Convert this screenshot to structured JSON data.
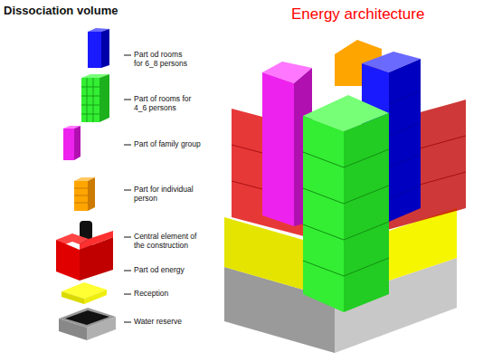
{
  "diagram": {
    "title": "Dissociation volume",
    "labels": [
      "Energy architecture",
      "Part od rooms for 6_8 persons",
      "Part of rooms for 4_6 persons",
      "Part of family group",
      "Part for individual person",
      "Central element of the construction",
      "Part od energy",
      "Reception",
      "Water reserve"
    ]
  }
}
